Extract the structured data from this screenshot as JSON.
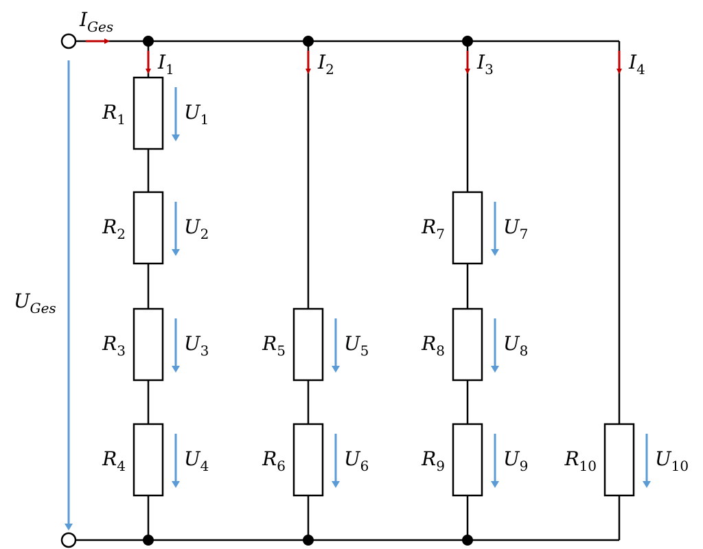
{
  "colors": {
    "wire": "#000000",
    "current_arrow": "#c00000",
    "voltage_arrow": "#5b9bd5",
    "background": "#ffffff"
  },
  "diagram": {
    "type": "parallel-series resistor network",
    "supply": {
      "current_label": "I",
      "current_sub": "Ges",
      "voltage_label": "U",
      "voltage_sub": "Ges"
    },
    "branches": [
      {
        "current_label": "I",
        "current_sub": "1",
        "resistors": [
          {
            "name": "R",
            "sub": "1",
            "voltage": "U",
            "vsub": "1"
          },
          {
            "name": "R",
            "sub": "2",
            "voltage": "U",
            "vsub": "2"
          },
          {
            "name": "R",
            "sub": "3",
            "voltage": "U",
            "vsub": "3"
          },
          {
            "name": "R",
            "sub": "4",
            "voltage": "U",
            "vsub": "4"
          }
        ]
      },
      {
        "current_label": "I",
        "current_sub": "2",
        "resistors": [
          {
            "name": "R",
            "sub": "5",
            "voltage": "U",
            "vsub": "5"
          },
          {
            "name": "R",
            "sub": "6",
            "voltage": "U",
            "vsub": "6"
          }
        ]
      },
      {
        "current_label": "I",
        "current_sub": "3",
        "resistors": [
          {
            "name": "R",
            "sub": "7",
            "voltage": "U",
            "vsub": "7"
          },
          {
            "name": "R",
            "sub": "8",
            "voltage": "U",
            "vsub": "8"
          },
          {
            "name": "R",
            "sub": "9",
            "voltage": "U",
            "vsub": "9"
          }
        ]
      },
      {
        "current_label": "I",
        "current_sub": "4",
        "resistors": [
          {
            "name": "R",
            "sub": "10",
            "voltage": "U",
            "vsub": "10"
          }
        ]
      }
    ]
  }
}
